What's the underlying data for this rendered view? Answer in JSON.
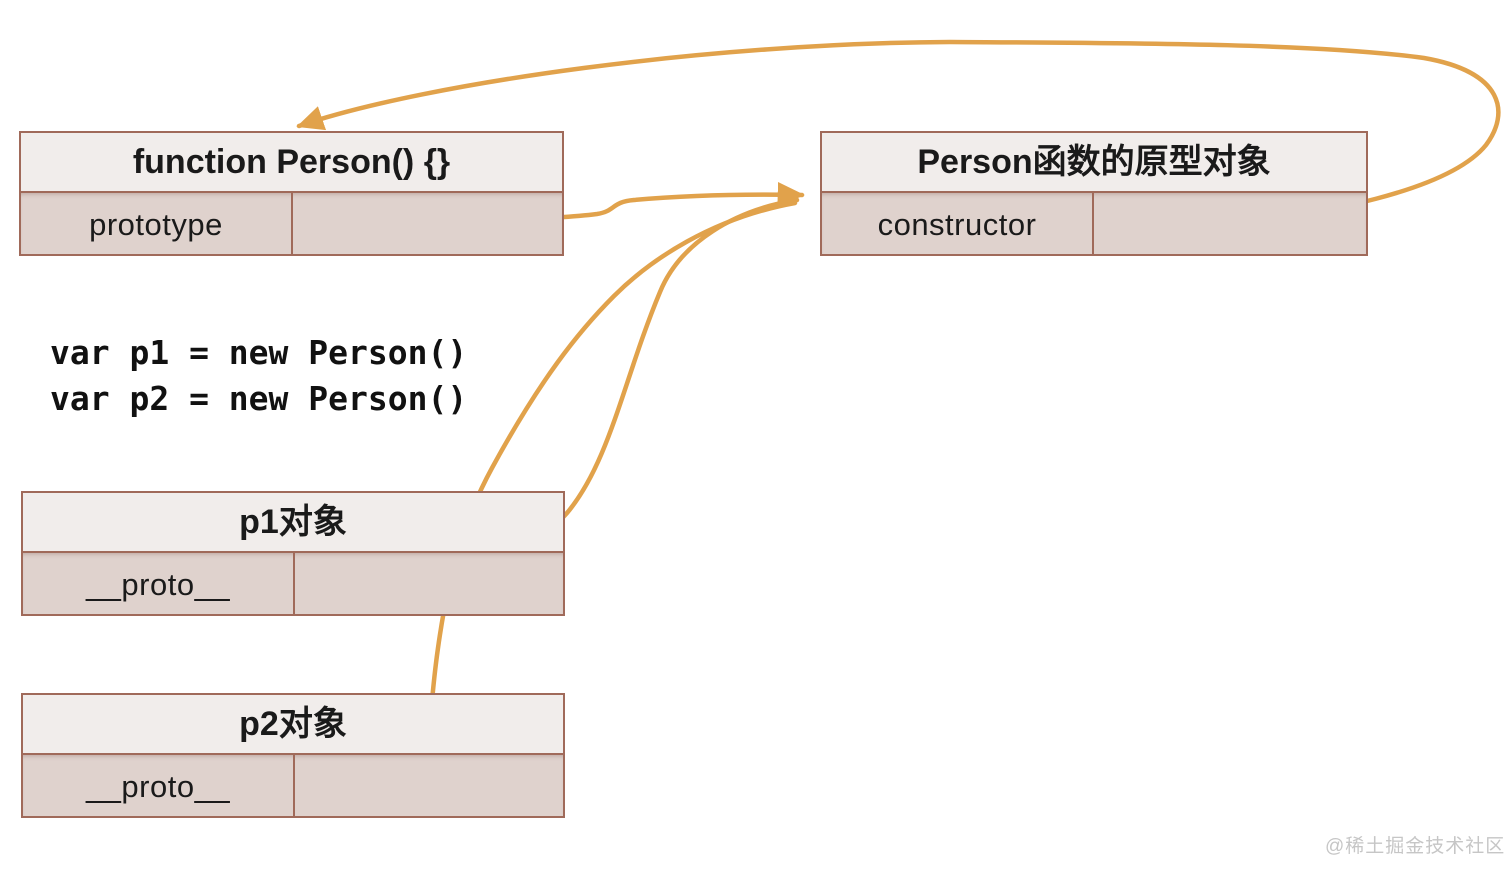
{
  "page": {
    "watermark": "@稀土掘金技术社区",
    "background": "#ffffff"
  },
  "colors": {
    "arrow": "#E1A24B",
    "box_border": "#A06A5A",
    "box_header_fill": "#F1EDEB",
    "box_row_fill": "#DFD2CD",
    "text": "#1A1A1A",
    "watermark": "#C6C6C6"
  },
  "boxes": {
    "function_person": {
      "title": "function Person() {}",
      "rows": [
        {
          "key": "prototype",
          "value": ""
        }
      ]
    },
    "person_prototype": {
      "title": "Person函数的原型对象",
      "rows": [
        {
          "key": "constructor",
          "value": ""
        }
      ]
    },
    "p1": {
      "title": "p1对象",
      "rows": [
        {
          "key": "__proto__",
          "value": ""
        }
      ]
    },
    "p2": {
      "title": "p2对象",
      "rows": [
        {
          "key": "__proto__",
          "value": ""
        }
      ]
    }
  },
  "code": {
    "lines": [
      "var p1 = new Person()",
      "var p2 = new Person()"
    ]
  },
  "arrows": [
    {
      "name": "constructor-to-function",
      "from": "Person函数的原型对象.constructor",
      "to": "function Person() {}"
    },
    {
      "name": "prototype-to-prototype-object",
      "from": "function Person() {}.prototype",
      "to": "Person函数的原型对象"
    },
    {
      "name": "p1-proto-to-prototype-object",
      "from": "p1对象.__proto__",
      "to": "Person函数的原型对象"
    },
    {
      "name": "p2-proto-to-prototype-object",
      "from": "p2对象.__proto__",
      "to": "Person函数的原型对象"
    }
  ]
}
